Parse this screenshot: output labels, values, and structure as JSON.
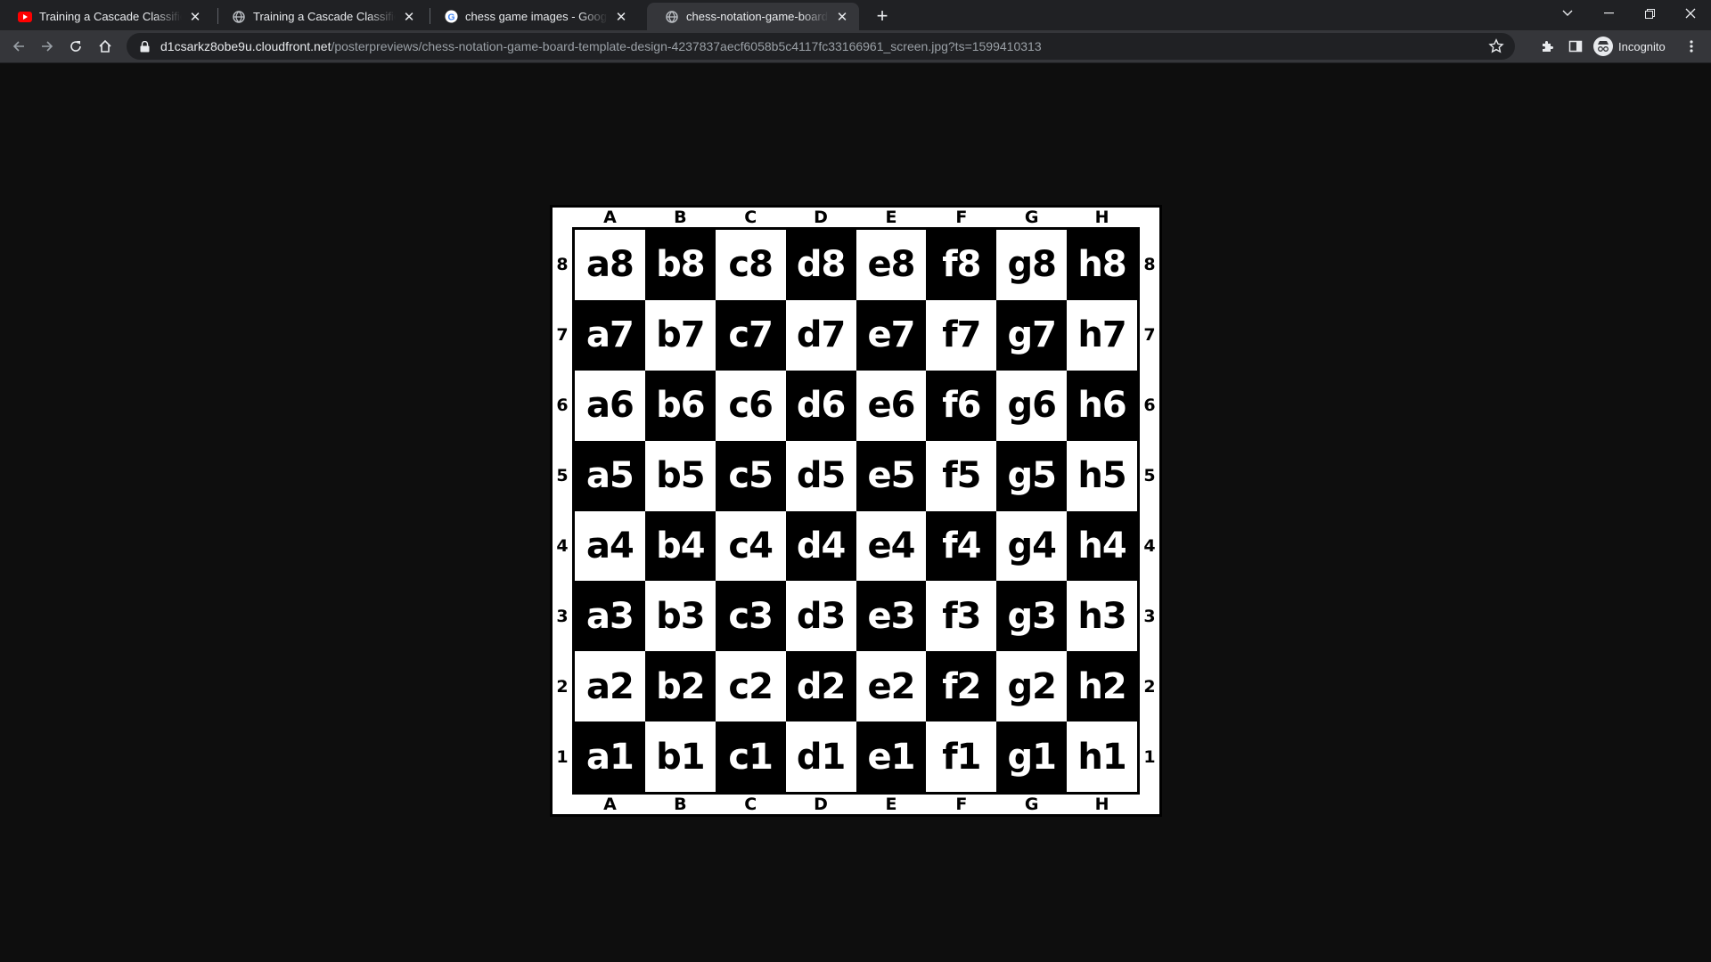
{
  "browser": {
    "tabs": [
      {
        "title": "Training a Cascade Classifier - OpenCV",
        "icon": "youtube-icon",
        "active": false
      },
      {
        "title": "Training a Cascade Classifier - LearnOpenCV",
        "icon": "globe-icon",
        "active": false
      },
      {
        "title": "chess game images - Google Search",
        "icon": "google-icon",
        "active": false
      },
      {
        "title": "chess-notation-game-board-template-design",
        "icon": "globe-icon",
        "active": true
      }
    ],
    "url_host": "d1csarkz8obe9u.cloudfront.net",
    "url_path": "/posterpreviews/chess-notation-game-board-template-design-4237837aecf6058b5c4117fc33166961_screen.jpg?ts=1599410313",
    "profile_label": "Incognito"
  },
  "board": {
    "files": [
      "A",
      "B",
      "C",
      "D",
      "E",
      "F",
      "G",
      "H"
    ],
    "ranks": [
      "8",
      "7",
      "6",
      "5",
      "4",
      "3",
      "2",
      "1"
    ],
    "squares": [
      [
        "a8",
        "b8",
        "c8",
        "d8",
        "e8",
        "f8",
        "g8",
        "h8"
      ],
      [
        "a7",
        "b7",
        "c7",
        "d7",
        "e7",
        "f7",
        "g7",
        "h7"
      ],
      [
        "a6",
        "b6",
        "c6",
        "d6",
        "e6",
        "f6",
        "g6",
        "h6"
      ],
      [
        "a5",
        "b5",
        "c5",
        "d5",
        "e5",
        "f5",
        "g5",
        "h5"
      ],
      [
        "a4",
        "b4",
        "c4",
        "d4",
        "e4",
        "f4",
        "g4",
        "h4"
      ],
      [
        "a3",
        "b3",
        "c3",
        "d3",
        "e3",
        "f3",
        "g3",
        "h3"
      ],
      [
        "a2",
        "b2",
        "c2",
        "d2",
        "e2",
        "f2",
        "g2",
        "h2"
      ],
      [
        "a1",
        "b1",
        "c1",
        "d1",
        "e1",
        "f1",
        "g1",
        "h1"
      ]
    ],
    "colors": {
      "light": "#ffffff",
      "dark": "#000000",
      "background": "#0e0e0e"
    }
  }
}
